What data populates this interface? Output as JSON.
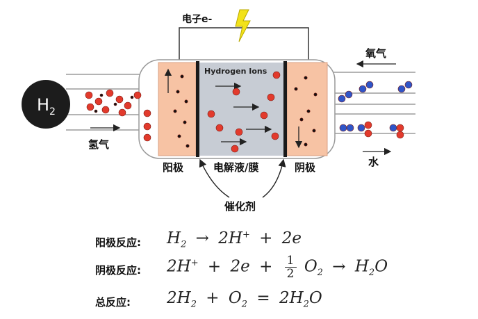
{
  "diagram": {
    "h2_badge": "H",
    "h2_badge_sub": "2",
    "electron_label": "电子e-",
    "hydrogen_ions_label": "Hydrogen Ions",
    "hydrogen_in_label": "氢气",
    "oxygen_in_label": "氧气",
    "water_out_label": "水",
    "anode_label": "阳极",
    "electrolyte_label": "电解液/膜",
    "cathode_label": "阴极",
    "catalyst_label": "催化剂",
    "colors": {
      "electrode": "#f7c3a4",
      "electrolyte": "#c7ccd4",
      "membrane": "#1a1a1a",
      "hydrogen": "#e23a2c",
      "oxygen": "#2f55c8",
      "lightning": "#f2e21a"
    }
  },
  "equations": {
    "anode": {
      "label": "阳极反应:",
      "lhs": "H",
      "lhs_sub": "2",
      "arrow": "→",
      "coef1": "2H",
      "sup1": "+",
      "plus": "+",
      "coef2": "2e"
    },
    "cathode": {
      "label": "阴极反应:",
      "t1": "2H",
      "t1_sup": "+",
      "plus1": "+",
      "t2": "2e",
      "plus2": "+",
      "frac_num": "1",
      "frac_den": "2",
      "t3": "O",
      "t3_sub": "2",
      "arrow": "→",
      "product": "H",
      "product_sub": "2",
      "product_tail": "O"
    },
    "total": {
      "label": "总反应:",
      "t1": "2H",
      "t1_sub": "2",
      "plus": "+",
      "t2": "O",
      "t2_sub": "2",
      "eq": "=",
      "product": "2H",
      "product_sub": "2",
      "product_tail": "O"
    }
  }
}
